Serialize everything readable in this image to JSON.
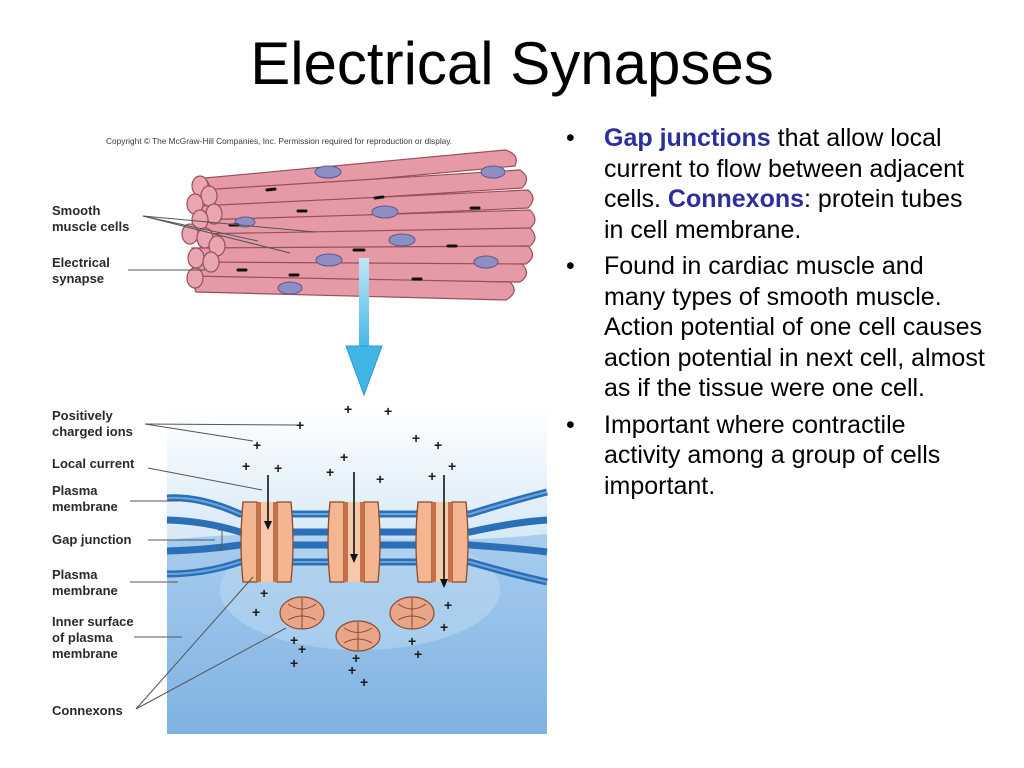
{
  "slide": {
    "title": "Electrical Synapses"
  },
  "bullets": [
    {
      "parts": [
        {
          "text": "Gap junctions",
          "emphasis": true
        },
        {
          "text": " that allow local current to flow between adjacent cells. ",
          "emphasis": false
        },
        {
          "text": "Connexons",
          "emphasis": true
        },
        {
          "text": ": protein tubes in cell membrane.",
          "emphasis": false
        }
      ]
    },
    {
      "parts": [
        {
          "text": "Found in cardiac muscle and many types of smooth muscle. Action potential of one cell causes action potential in next cell, almost as if the tissue were one cell.",
          "emphasis": false
        }
      ]
    },
    {
      "parts": [
        {
          "text": "Important where contractile activity among a group of cells important.",
          "emphasis": false
        }
      ]
    }
  ],
  "figure": {
    "copyright": "Copyright © The McGraw-Hill Companies, Inc. Permission required for reproduction or display.",
    "labels": {
      "smooth_muscle_cells_1": "Smooth",
      "smooth_muscle_cells_2": "muscle cells",
      "electrical_synapse_1": "Electrical",
      "electrical_synapse_2": "synapse",
      "positively_charged_ions_1": "Positively",
      "positively_charged_ions_2": "charged ions",
      "local_current": "Local current",
      "plasma_membrane_top_1": "Plasma",
      "plasma_membrane_top_2": "membrane",
      "gap_junction": "Gap junction",
      "plasma_membrane_bottom_1": "Plasma",
      "plasma_membrane_bottom_2": "membrane",
      "inner_surface_1": "Inner surface",
      "inner_surface_2": "of plasma",
      "inner_surface_3": "membrane",
      "connexons": "Connexons"
    },
    "ion_symbol": "+"
  },
  "colors": {
    "emphasis_text": "#2b2f9a",
    "muscle_fill": "#e59aa5",
    "muscle_stroke": "#9a4e5c",
    "nucleus": "#8f8ec2",
    "membrane_blue": "#2a6fb8",
    "connexon_fill": "#f3b690",
    "arrow": "#52c3ea"
  }
}
